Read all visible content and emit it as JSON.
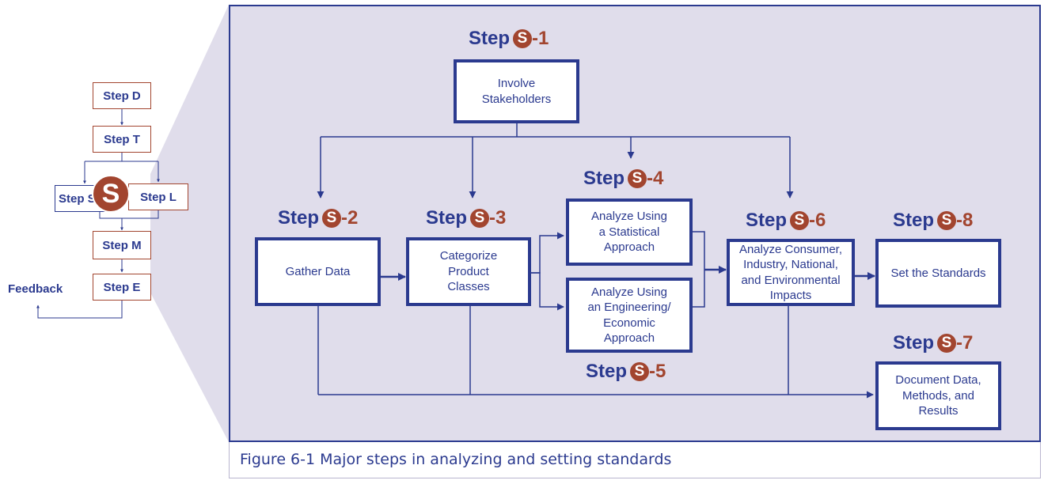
{
  "caption": "Figure 6-1  Major steps in analyzing and setting standards",
  "step_word": "Step",
  "badge_letter": "S",
  "steps": {
    "s1": {
      "num": "-1",
      "box": "Involve\nStakeholders"
    },
    "s2": {
      "num": "-2",
      "box": "Gather Data"
    },
    "s3": {
      "num": "-3",
      "box": "Categorize\nProduct\nClasses"
    },
    "s4": {
      "num": "-4",
      "box": "Analyze Using\na Statistical\nApproach"
    },
    "s5": {
      "num": "-5",
      "box": "Analyze Using\nan Engineering/\nEconomic\nApproach"
    },
    "s6": {
      "num": "-6",
      "box": "Analyze Consumer,\nIndustry, National,\nand Environmental\nImpacts"
    },
    "s7": {
      "num": "-7",
      "box": "Document Data,\nMethods, and\nResults"
    },
    "s8": {
      "num": "-8",
      "box": "Set the Standards"
    }
  },
  "mini_flow": {
    "step_d": "Step D",
    "step_t": "Step T",
    "step_s": "Step S",
    "step_l": "Step L",
    "step_m": "Step M",
    "step_e": "Step E",
    "feedback": "Feedback",
    "big_badge": "S"
  },
  "colors": {
    "navy": "#2b3a8f",
    "rust": "#a2452f",
    "panel": "#e0ddeb"
  }
}
